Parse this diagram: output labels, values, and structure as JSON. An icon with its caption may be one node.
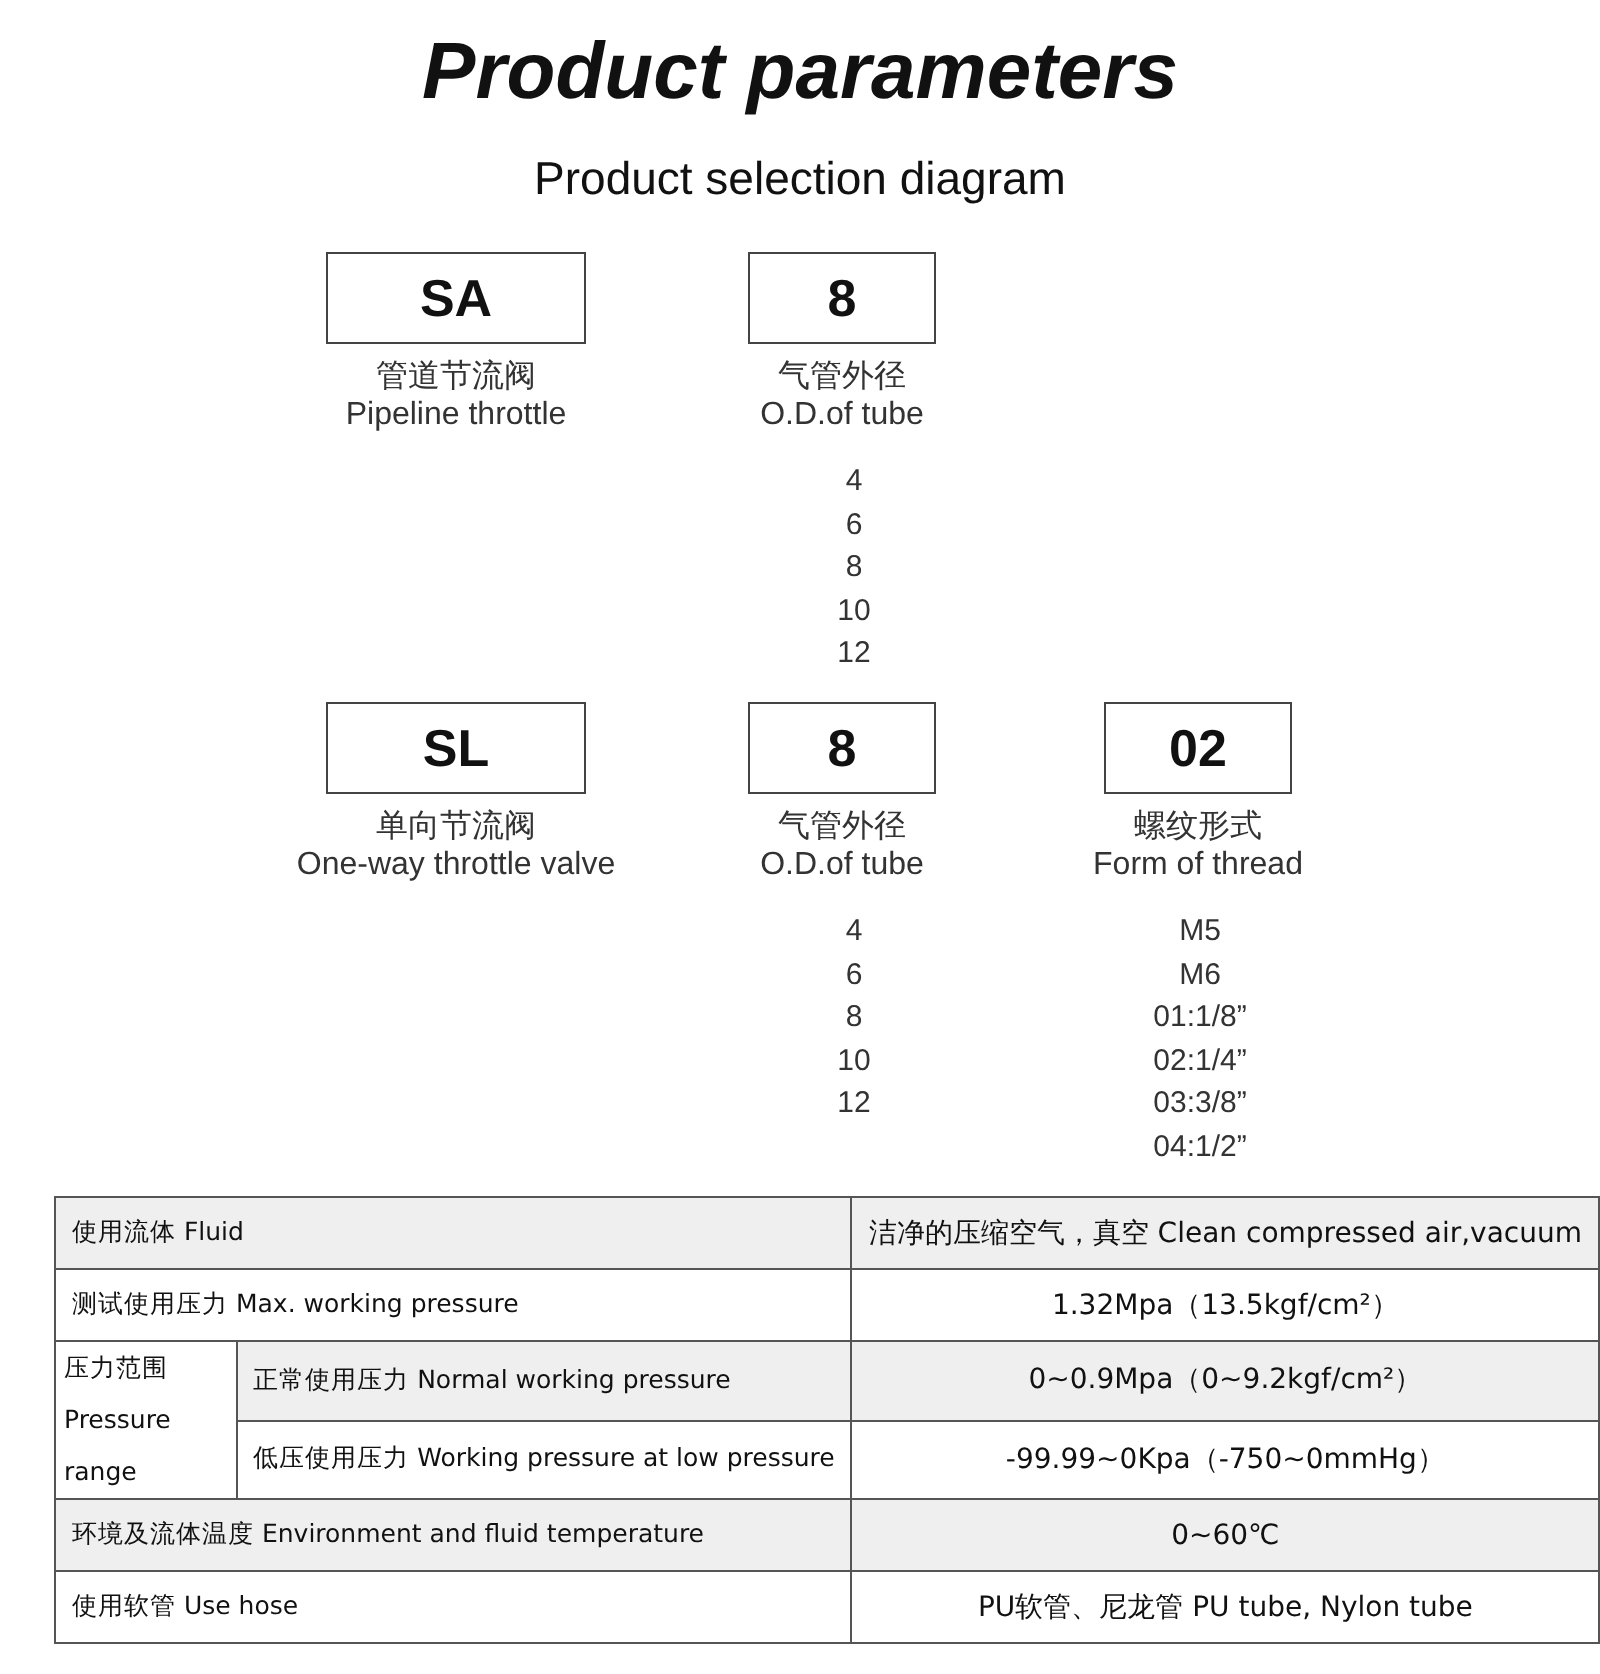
{
  "diagram": {
    "title": "Product parameters",
    "nodes": [
      {
        "text": [
          "SA"
        ],
        "beside": [
          "管道节流阀",
          "Pipeline throttle"
        ]
      },
      {
        "text": [
          "8"
        ],
        "beside": [
          "气管外径",
          "O.D.of tube"
        ]
      },
      {
        "text": [
          "SL"
        ],
        "beside": [
          "单向节流阀",
          "One-way throttle valve"
        ]
      },
      {
        "text": [
          "8"
        ],
        "beside": [
          "气管外径",
          "O.D.of tube"
        ]
      },
      {
        "text": [
          "02"
        ],
        "beside": [
          "螺纹形式",
          "Form of thread"
        ]
      }
    ],
    "edges": [],
    "labels": [
      "Product selection diagram",
      "4",
      "6",
      "8",
      "10",
      "12",
      "4",
      "6",
      "8",
      "10",
      "12",
      "M5",
      "M6",
      "01:1/8”",
      "02:1/4”",
      "03:3/8”",
      "04:1/2”",
      "使用流体 Fluid",
      "洁净的压缩空气，真空 Clean compressed air,vacuum",
      "测试使用压力 Max. working pressure",
      "1.32Mpa（13.5kgf/cm²）",
      "压力范围 Pressure range",
      "正常使用压力 Normal working pressure",
      "0~0.9Mpa（0~9.2kgf/cm²）",
      "低压使用压力 Working pressure at low pressure",
      "-99.99~0Kpa（-750~0mmHg）",
      "环境及流体温度 Environment and fluid temperature",
      "0~60℃",
      "使用软管 Use hose",
      "PU软管、尼龙管 PU tube, Nylon tube"
    ]
  }
}
